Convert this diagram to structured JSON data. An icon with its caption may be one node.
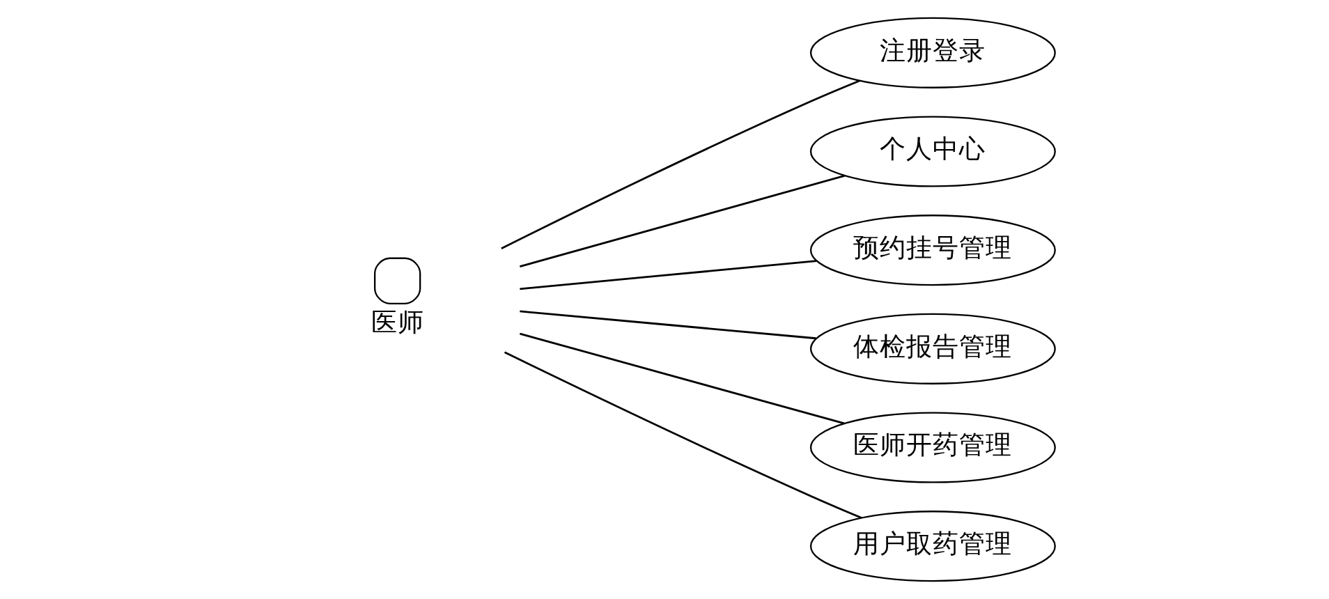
{
  "diagram": {
    "nodes": [
      {
        "text": [
          "医师"
        ]
      },
      {
        "text": [
          "注册登录"
        ]
      },
      {
        "text": [
          "个人中心"
        ]
      },
      {
        "text": [
          "预约挂号管理"
        ]
      },
      {
        "text": [
          "体检报告管理"
        ]
      },
      {
        "text": [
          "医师开药管理"
        ]
      },
      {
        "text": [
          "用户取药管理"
        ]
      }
    ],
    "edges": [
      {
        "from": 0,
        "to": 1,
        "arrow": "none"
      },
      {
        "from": 0,
        "to": 2,
        "arrow": "none"
      },
      {
        "from": 0,
        "to": 3,
        "arrow": "none"
      },
      {
        "from": 0,
        "to": 4,
        "arrow": "none"
      },
      {
        "from": 0,
        "to": 5,
        "arrow": "none"
      },
      {
        "from": 0,
        "to": 6,
        "arrow": "none"
      }
    ]
  }
}
